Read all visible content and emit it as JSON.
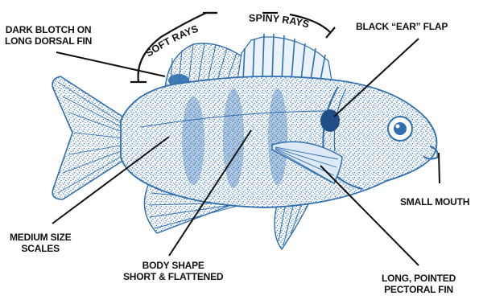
{
  "labels": {
    "soft_rays": "SOFT RAYS",
    "spiny_rays": "SPINY RAYS",
    "dark_blotch": [
      "DARK BLOTCH ON",
      "LONG DORSAL FIN"
    ],
    "ear_flap": "BLACK “EAR” FLAP",
    "small_mouth": "SMALL MOUTH",
    "medium_scales": [
      "MEDIUM SIZE",
      "SCALES"
    ],
    "body_shape": [
      "BODY SHAPE",
      "SHORT & FLATTENED"
    ],
    "pectoral_fin": [
      "LONG, POINTED",
      "PECTORAL FIN"
    ]
  },
  "colors": {
    "fish": "#2f6fb0",
    "fish_light": "#6aa0d2",
    "text": "#111111",
    "lines": "#111111"
  }
}
